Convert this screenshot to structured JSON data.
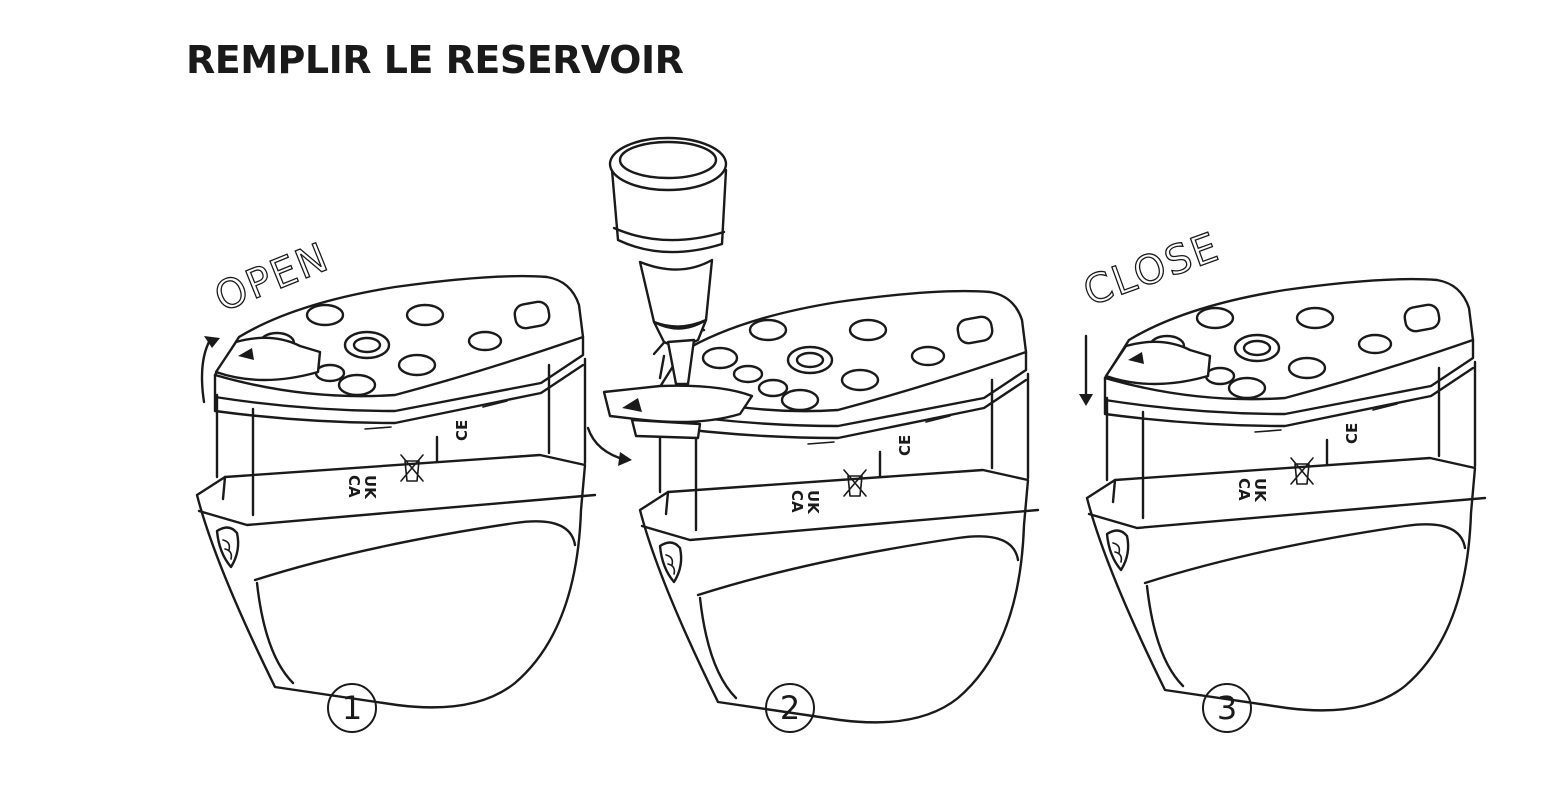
{
  "title": "REMPLIR LE RESERVOIR",
  "steps": [
    {
      "number": "1",
      "label": "OPEN"
    },
    {
      "number": "2",
      "label": ""
    },
    {
      "number": "3",
      "label": "CLOSE"
    }
  ],
  "markings": {
    "ukca_top": "UK",
    "ukca_bottom": "CA",
    "ce": "CE"
  }
}
